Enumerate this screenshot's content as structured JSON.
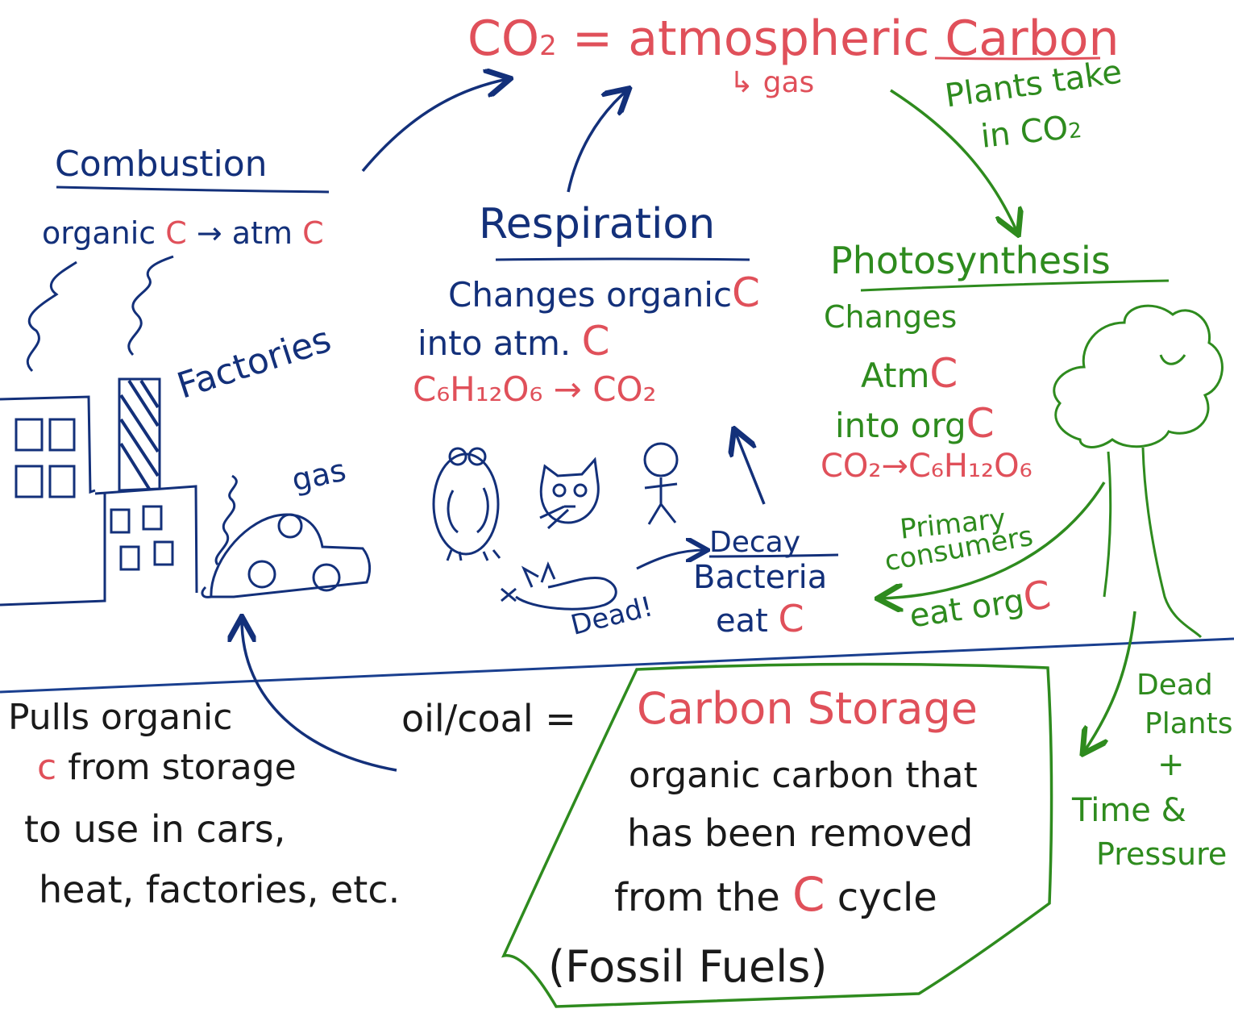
{
  "colors": {
    "blue": "#13307a",
    "red": "#e0505a",
    "green": "#2e8b1e",
    "black": "#1a1a1a"
  },
  "atmosphere": {
    "title_co2": "CO",
    "title_sub": "2",
    "title_rest": "= atmospheric Carbon",
    "gas_note": "gas"
  },
  "combustion": {
    "title": "Combustion",
    "formula_left": "organic",
    "formula_c1": "C",
    "formula_mid": "atm",
    "formula_c2": "C",
    "factories_label": "Factories",
    "gas_label": "gas"
  },
  "respiration": {
    "title": "Respiration",
    "line1": "Changes organic",
    "line1_c": "C",
    "line2": "into atm.",
    "line2_c": "C",
    "equation_left": "C₆H₁₂O₆",
    "equation_right": "CO₂",
    "decay_label": "Decay",
    "dead_label": "Dead!",
    "bacteria_line1": "Bacteria",
    "bacteria_line2": "eat",
    "bacteria_c": "C"
  },
  "photosynthesis": {
    "arrow_label_line1": "Plants take",
    "arrow_label_line2": "in CO",
    "arrow_label_sub": "2",
    "title": "Photosynthesis",
    "line1": "Changes",
    "line2": "Atm",
    "line2_c": "C",
    "line3": "into org",
    "line3_c": "C",
    "equation": "CO₂→C₆H₁₂O₆",
    "consumers_line1": "Primary",
    "consumers_line2": "consumers",
    "consumers_line3": "eat org",
    "consumers_c": "C"
  },
  "storage": {
    "pulls_line1": "Pulls organic",
    "pulls_c": "c",
    "pulls_line2": "from storage",
    "pulls_line3": "to use in cars,",
    "pulls_line4": "heat, factories, etc.",
    "oil_label": "oil/coal =",
    "title": "Carbon Storage",
    "body_line1": "organic carbon that",
    "body_line2": "has been removed",
    "body_line3a": "from the",
    "body_line3_c": "C",
    "body_line3b": "cycle",
    "fossil": "(Fossil Fuels)",
    "dead_plants_line1": "Dead",
    "dead_plants_line2": "Plants",
    "dead_plants_plus": "+",
    "time_line": "Time &",
    "pressure_line": "Pressure"
  }
}
